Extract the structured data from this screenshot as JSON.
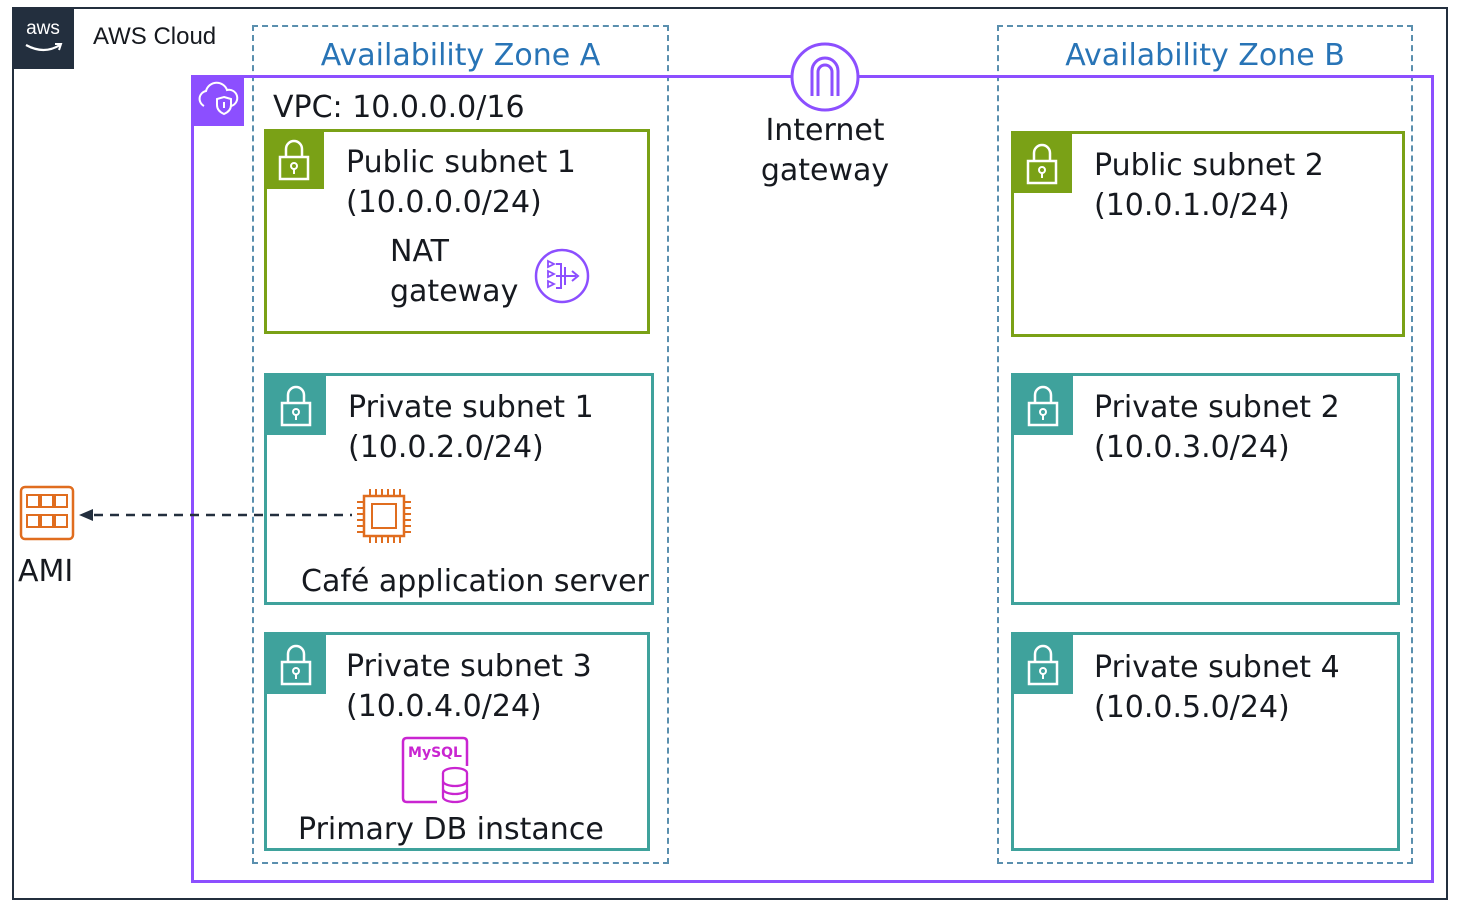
{
  "cloud": {
    "logo_text": "aws",
    "label": "AWS Cloud"
  },
  "availability_zones": [
    {
      "title": "Availability Zone A"
    },
    {
      "title": "Availability Zone B"
    }
  ],
  "vpc": {
    "label": "VPC: 10.0.0.0/16"
  },
  "internet_gateway": {
    "line1": "Internet",
    "line2": "gateway"
  },
  "subnets": [
    {
      "name": "Public subnet 1",
      "cidr": "(10.0.0.0/24)",
      "type": "public"
    },
    {
      "name": "Private subnet 1",
      "cidr": "(10.0.2.0/24)",
      "type": "private"
    },
    {
      "name": "Private subnet 3",
      "cidr": "(10.0.4.0/24)",
      "type": "private"
    },
    {
      "name": "Public subnet 2",
      "cidr": "(10.0.1.0/24)",
      "type": "public"
    },
    {
      "name": "Private subnet 2",
      "cidr": "(10.0.3.0/24)",
      "type": "private"
    },
    {
      "name": "Private subnet 4",
      "cidr": "(10.0.5.0/24)",
      "type": "private"
    }
  ],
  "nat_gateway": {
    "line1": "NAT",
    "line2": "gateway"
  },
  "app_server": {
    "label": "Café application server"
  },
  "db": {
    "label": "Primary DB instance",
    "icon_text": "MySQL"
  },
  "ami": {
    "label": "AMI"
  },
  "colors": {
    "vpc": "#8c4fff",
    "public_subnet": "#7aa116",
    "private_subnet": "#3fa29c",
    "availability_zone_title": "#2874b6",
    "compute": "#e06d1f",
    "database": "#c925d1"
  }
}
